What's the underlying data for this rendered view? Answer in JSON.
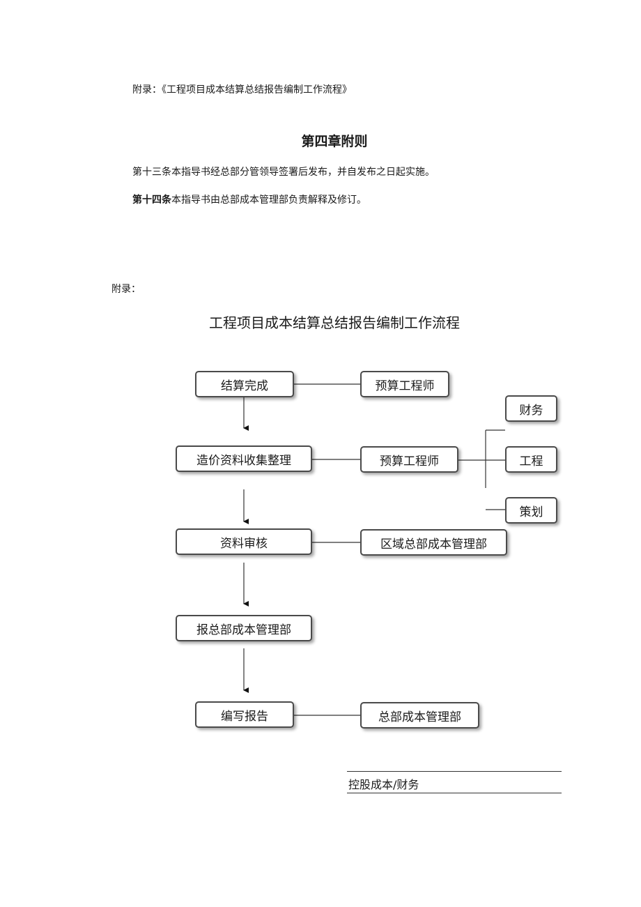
{
  "doc": {
    "appendix_note": "附录：《工程项目成本结算总结报告编制工作流程》",
    "chapter_heading": "第四章附则",
    "article_13": "第十三条本指导书经总部分管领导签署后发布，并自发布之日起实施。",
    "article_14_lead": "第十四条",
    "article_14_body": "本指导书由总部成本管理部负责解释及修订。",
    "appendix_label": "附录："
  },
  "flowchart": {
    "title": "工程项目成本结算总结报告编制工作流程",
    "steps": [
      "结算完成",
      "造价资料收集整理",
      "资料审核",
      "报总部成本管理部",
      "编写报告"
    ],
    "responsible": [
      "预算工程师",
      "预算工程师",
      "区域总部成本管理部",
      "总部成本管理部"
    ],
    "departments": [
      "财务",
      "工程",
      "策划"
    ]
  },
  "footer": {
    "text": "控股成本/财务"
  }
}
